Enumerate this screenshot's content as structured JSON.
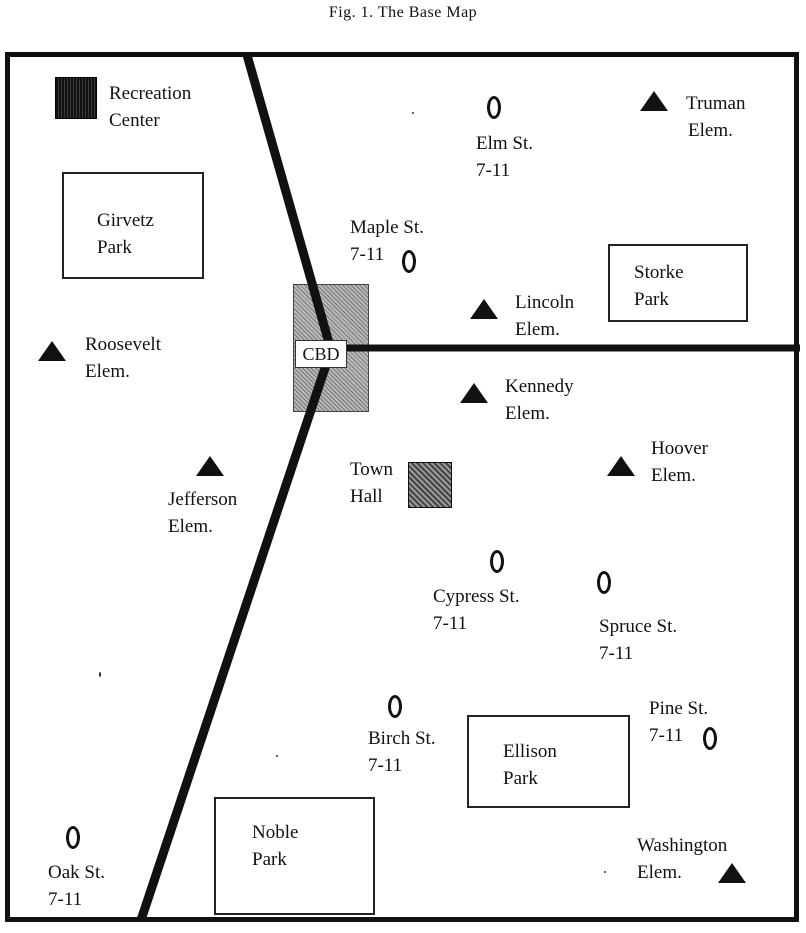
{
  "caption": "Fig. 1.  The Base Map",
  "colors": {
    "ink": "#111111",
    "hatch": "#9a9a9a",
    "background": "#ffffff"
  },
  "cbd_label": "CBD",
  "town_hall": {
    "line1": "Town",
    "line2": "Hall",
    "icon": "town-hall-hatched-square"
  },
  "recreation_center": {
    "line1": "Recreation",
    "line2": "Center",
    "icon": "recreation-center-solid-square"
  },
  "parks": [
    {
      "line1": "Girvetz",
      "line2": "Park"
    },
    {
      "line1": "Storke",
      "line2": "Park"
    },
    {
      "line1": "Ellison",
      "line2": "Park"
    },
    {
      "line1": "Noble",
      "line2": "Park"
    }
  ],
  "stores": [
    {
      "line1": "Elm St.",
      "line2": "7-11"
    },
    {
      "line1": "Maple St.",
      "line2": "7-11"
    },
    {
      "line1": "Cypress St.",
      "line2": "7-11"
    },
    {
      "line1": "Spruce St.",
      "line2": "7-11"
    },
    {
      "line1": "Birch St.",
      "line2": "7-11"
    },
    {
      "line1": "Pine St.",
      "line2": "7-11"
    },
    {
      "line1": "Oak St.",
      "line2": "7-11"
    }
  ],
  "schools": [
    {
      "line1": "Truman",
      "line2": "Elem."
    },
    {
      "line1": "Lincoln",
      "line2": "Elem."
    },
    {
      "line1": "Roosevelt",
      "line2": "Elem."
    },
    {
      "line1": "Kennedy",
      "line2": "Elem."
    },
    {
      "line1": "Hoover",
      "line2": "Elem."
    },
    {
      "line1": "Jefferson",
      "line2": "Elem."
    },
    {
      "line1": "Washington",
      "line2": "Elem."
    }
  ]
}
